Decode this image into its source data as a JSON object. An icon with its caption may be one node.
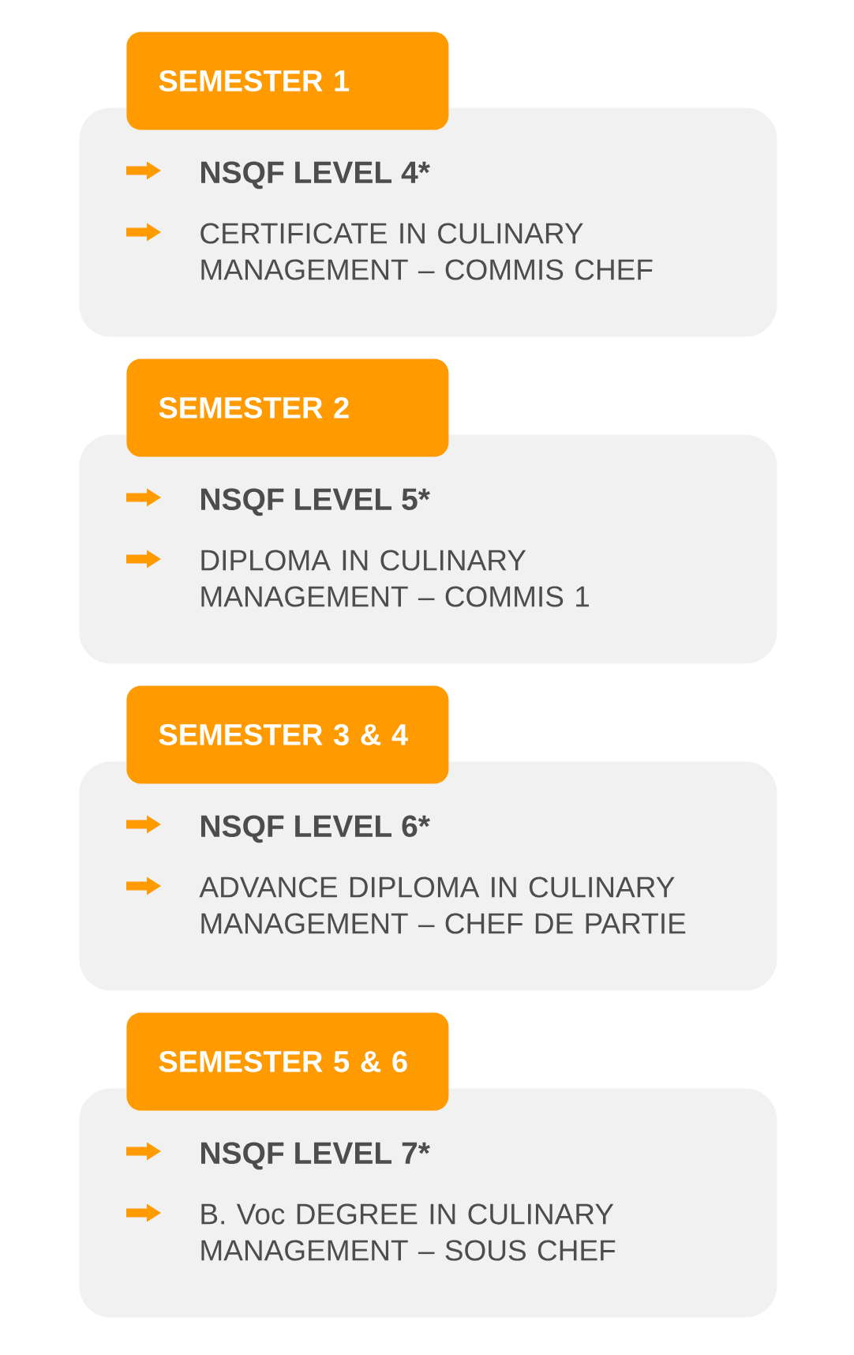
{
  "diagram": {
    "nodes": [
      {
        "text": [
          "SEMESTER 1"
        ]
      },
      {
        "text": [
          "NSQF LEVEL 4*",
          "CERTIFICATE IN CULINARY MANAGEMENT – COMMIS CHEF"
        ]
      },
      {
        "text": [
          "SEMESTER 2"
        ]
      },
      {
        "text": [
          "NSQF LEVEL 5*",
          "DIPLOMA IN CULINARY MANAGEMENT – COMMIS 1"
        ]
      },
      {
        "text": [
          "SEMESTER 3 & 4"
        ]
      },
      {
        "text": [
          "NSQF LEVEL 6*",
          "ADVANCE DIPLOMA IN CULINARY MANAGEMENT – CHEF DE PARTIE"
        ]
      },
      {
        "text": [
          "SEMESTER 5 & 6"
        ]
      },
      {
        "text": [
          "NSQF LEVEL 7*",
          "B. Voc DEGREE IN CULINARY MANAGEMENT – SOUS CHEF"
        ]
      }
    ]
  }
}
